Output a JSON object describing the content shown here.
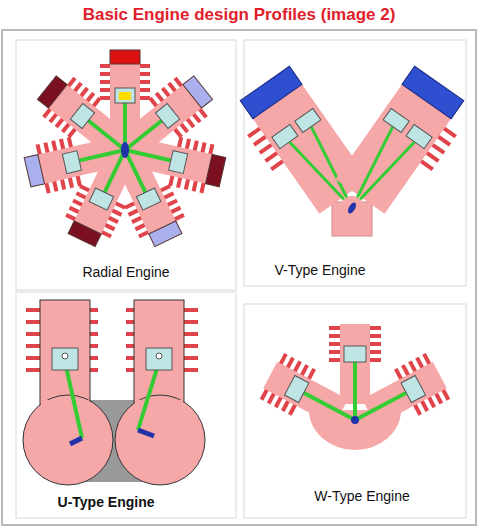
{
  "diagram": {
    "title": "Basic Engine design Profiles (image 2)",
    "labels": [
      "Radial Engine",
      "V-Type Engine",
      "U-Type Engine",
      "W-Type Engine"
    ]
  }
}
